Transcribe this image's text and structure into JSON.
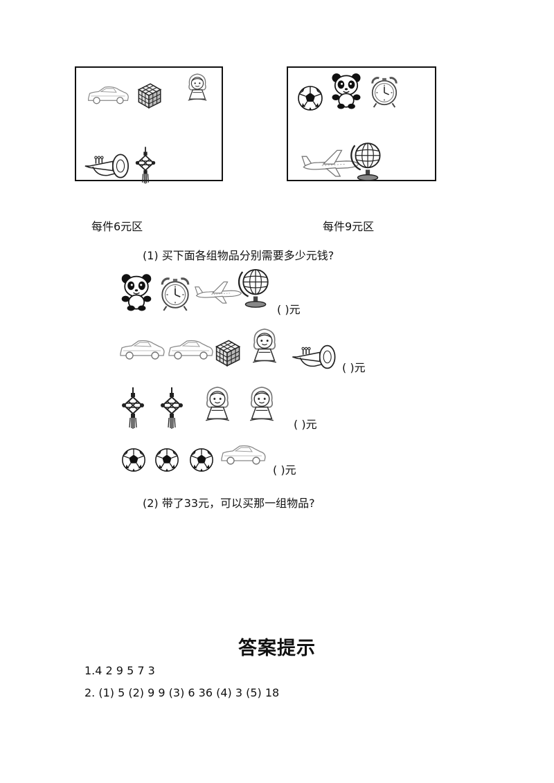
{
  "zones": [
    {
      "label": "每件6元区",
      "items": [
        "car-icon",
        "rubiks-cube-icon",
        "doll-icon",
        "trumpet-icon",
        "chinese-knot-icon"
      ]
    },
    {
      "label": "每件9元区",
      "items": [
        "soccer-ball-icon",
        "panda-icon",
        "alarm-clock-icon",
        "airplane-icon",
        "globe-icon"
      ]
    }
  ],
  "question1": {
    "title": "(1)   买下面各组物品分别需要多少元钱?",
    "rows": [
      {
        "items": [
          "panda-icon",
          "alarm-clock-icon",
          "airplane-icon",
          "globe-icon"
        ],
        "blank": "(   )元"
      },
      {
        "items": [
          "car-icon",
          "car-icon",
          "rubiks-cube-icon",
          "doll-icon",
          "trumpet-icon"
        ],
        "blank": "(   )元"
      },
      {
        "items": [
          "chinese-knot-icon",
          "chinese-knot-icon",
          "doll-icon",
          "doll-icon"
        ],
        "blank": "(   )元"
      },
      {
        "items": [
          "soccer-ball-icon",
          "soccer-ball-icon",
          "soccer-ball-icon",
          "car-icon"
        ],
        "blank": "(   )元"
      }
    ]
  },
  "question2": {
    "title": "(2)   带了33元，可以买那一组物品?"
  },
  "answers": {
    "title": "答案提示",
    "line1": "1.4  2 9  5  7  3",
    "line2": "2. (1) 5 (2) 9   9 (3) 6   36 (4) 3 (5) 18"
  }
}
